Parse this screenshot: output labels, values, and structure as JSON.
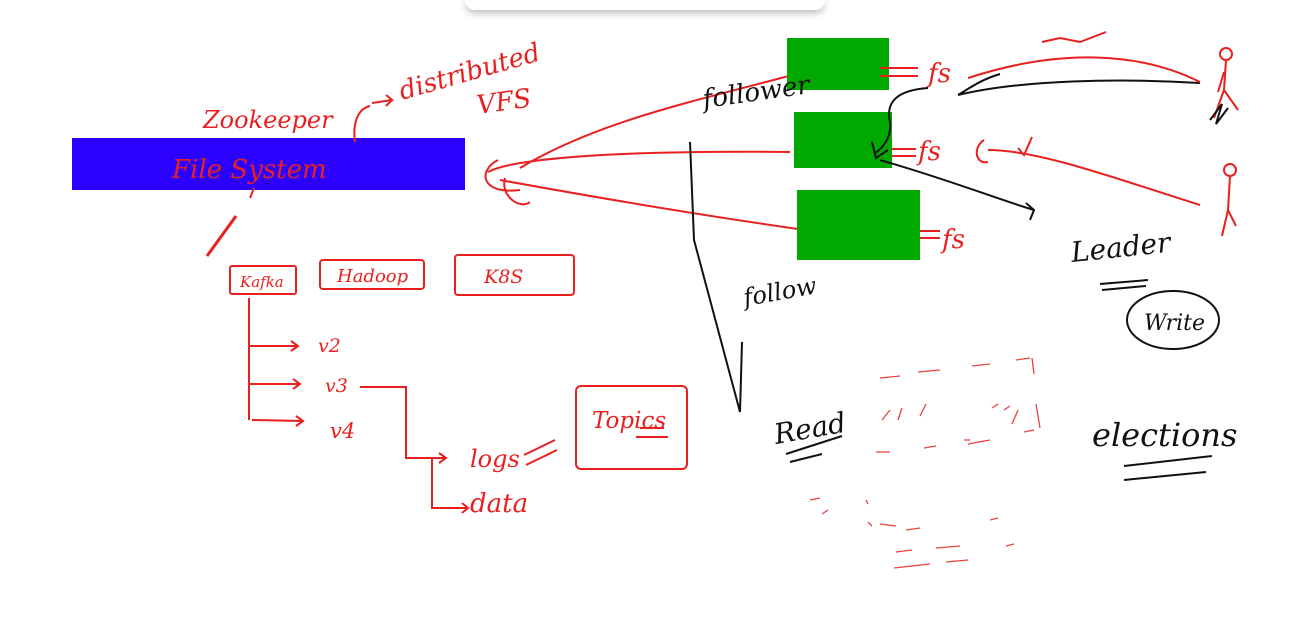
{
  "colors": {
    "ink_red": "#e8201f",
    "ink_black": "#111111",
    "fs_block": "#2b00ff",
    "replica_block": "#00a800"
  },
  "labels": {
    "file_system": "File System",
    "zookeeper": "Zookeeper",
    "distributed": "distributed",
    "vfs": "VFS",
    "kafka": "Kafka",
    "hadoop": "Hadoop",
    "k8s": "K8S",
    "v2": "v2",
    "v3": "v3",
    "v4": "v4",
    "logs": "logs",
    "data": "data",
    "topics": "Topics",
    "follower_top": "follower",
    "follower_bottom": "follow",
    "fs": "fs",
    "leader": "Leader",
    "write": "Write",
    "read": "Read",
    "elections": "elections"
  }
}
